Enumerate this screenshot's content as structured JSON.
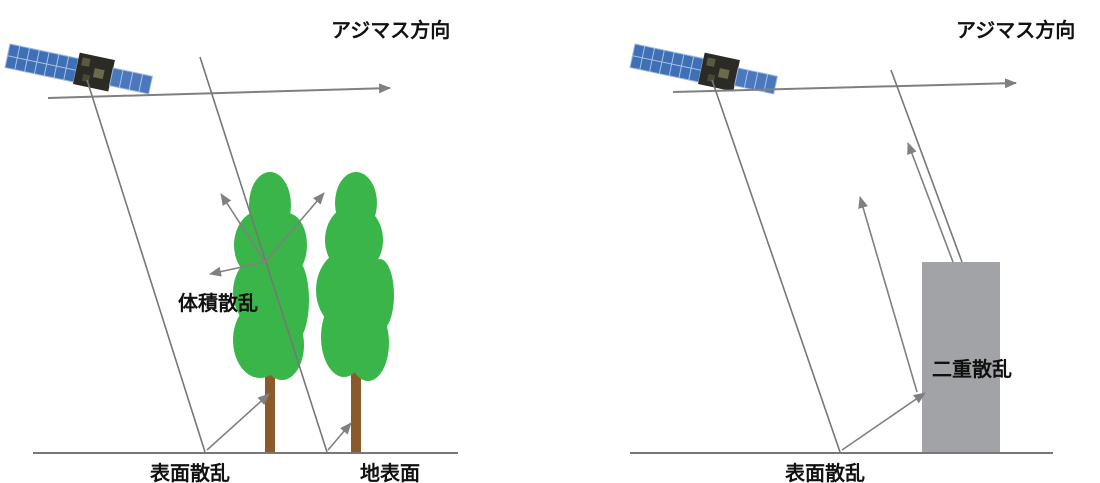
{
  "left_panel": {
    "azimuth_label": "アジマス方向",
    "volume_label": "体積散乱",
    "surface_label": "表面散乱",
    "ground_label": "地表面"
  },
  "right_panel": {
    "azimuth_label": "アジマス方向",
    "double_bounce_label": "二重散乱",
    "surface_label": "表面散乱"
  },
  "colors": {
    "tree_foliage": "#3ab54a",
    "tree_trunk": "#8b5a2b",
    "building": "#a2a3a6",
    "ray": "#777777",
    "arrow": "#808080"
  },
  "icons": [
    "satellite-icon"
  ]
}
